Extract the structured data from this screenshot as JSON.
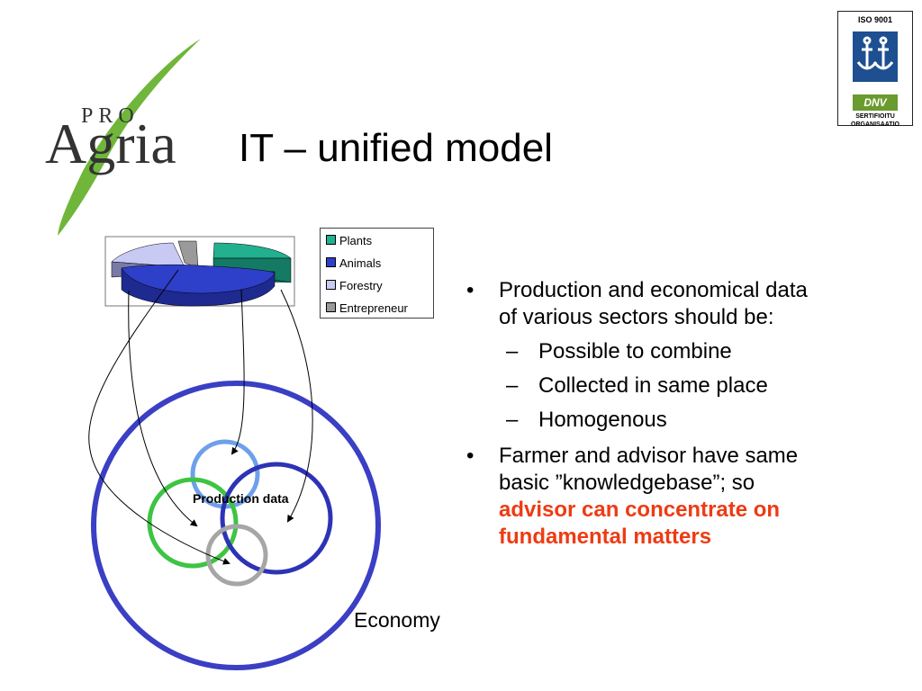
{
  "brand": {
    "pro": "PRO",
    "name": "Agria",
    "leaf_color": "#6fb63b"
  },
  "title": "IT – unified model",
  "certificate": {
    "top": "ISO 9001",
    "mark": "DNV",
    "bottom_line1": "SERTIFIOITU",
    "bottom_line2": "ORGANISAATIO"
  },
  "legend": [
    {
      "label": "Plants",
      "color": "#22b08f"
    },
    {
      "label": "Animals",
      "color": "#2e3fc9"
    },
    {
      "label": "Forestry",
      "color": "#c9caf3"
    },
    {
      "label": "Entrepreneur",
      "color": "#9a9a9a"
    }
  ],
  "diagram": {
    "center_label": "Production data",
    "outer_label": "Economy"
  },
  "bullets": {
    "b1": "Production and economical data of various sectors should be:",
    "sub1": "Possible to combine",
    "sub2": "Collected in same place",
    "sub3": "Homogenous",
    "b2_start": "Farmer and advisor have same basic ”knowledgebase”; so",
    "b2_emphasis": "advisor can concentrate on fundamental matters",
    "dash": "–"
  }
}
